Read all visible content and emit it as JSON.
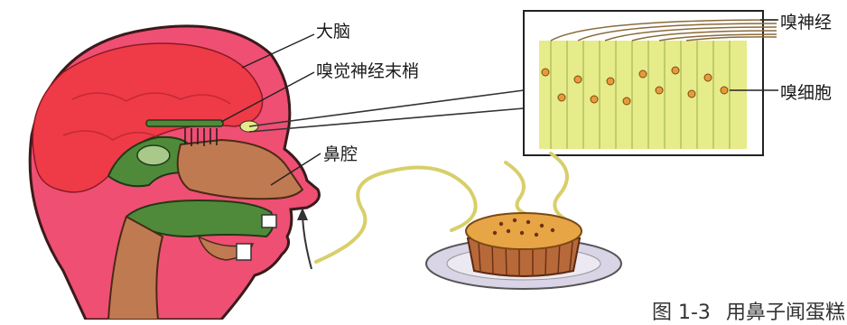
{
  "labels": {
    "brain": "大脑",
    "olfactory_nerve_endings": "嗅觉神经末梢",
    "nasal_cavity": "鼻腔",
    "olfactory_nerve": "嗅神经",
    "olfactory_cells": "嗅细胞"
  },
  "caption": {
    "number": "图 1-3",
    "text": "用鼻子闻蛋糕"
  },
  "colors": {
    "skin": "#ee4f73",
    "brain": "#ee3545",
    "nasal": "#c07a52",
    "green_tissue": "#4f8a3b",
    "epithelium": "#e6ec8a",
    "cake_top": "#e8a545",
    "plate": "#d9d4e6"
  }
}
